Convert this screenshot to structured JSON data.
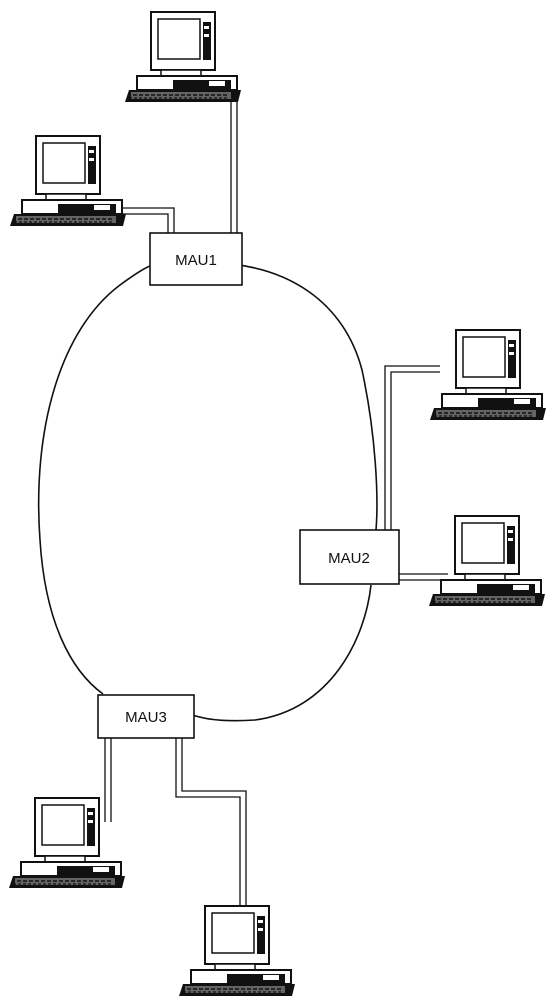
{
  "diagram": {
    "nodes": [
      {
        "id": "mau1",
        "label": "MAU1"
      },
      {
        "id": "mau2",
        "label": "MAU2"
      },
      {
        "id": "mau3",
        "label": "MAU3"
      }
    ],
    "workstations": [
      {
        "id": "ws1",
        "attached_to": "mau1"
      },
      {
        "id": "ws2",
        "attached_to": "mau1"
      },
      {
        "id": "ws3",
        "attached_to": "mau2"
      },
      {
        "id": "ws4",
        "attached_to": "mau2"
      },
      {
        "id": "ws5",
        "attached_to": "mau3"
      },
      {
        "id": "ws6",
        "attached_to": "mau3"
      }
    ],
    "ring": [
      "mau1",
      "mau2",
      "mau3"
    ],
    "colors": {
      "line": "#111111",
      "background": "#ffffff",
      "screen": "#ffffff"
    },
    "icons": {
      "workstation": "personal-computer-icon"
    }
  }
}
